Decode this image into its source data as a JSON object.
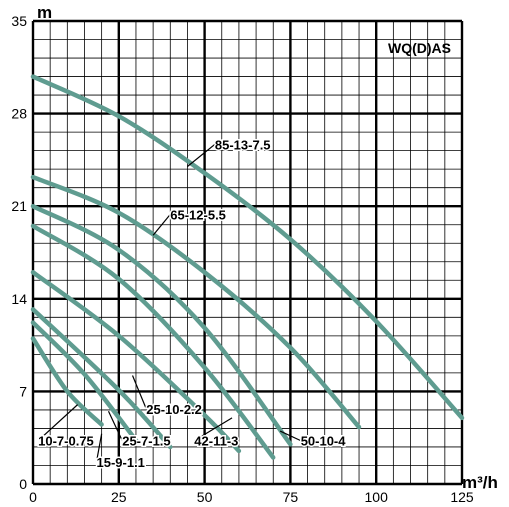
{
  "chart_data": {
    "type": "line",
    "title": "WQ(D)AS",
    "xlabel": "",
    "ylabel": "",
    "x_unit": "m³/h",
    "y_unit": "m",
    "xlim": [
      0,
      125
    ],
    "ylim": [
      0,
      35
    ],
    "x_ticks": [
      0,
      25,
      50,
      75,
      100,
      125
    ],
    "y_ticks": [
      0,
      7,
      14,
      21,
      28,
      35
    ],
    "grid": true,
    "curve_color": "#5f9c90",
    "series": [
      {
        "name": "85-13-7.5",
        "x": [
          0,
          25,
          50,
          75,
          100,
          125
        ],
        "y": [
          30.8,
          27.8,
          23.5,
          18.5,
          12.3,
          5.0
        ]
      },
      {
        "name": "65-12-5.5",
        "x": [
          0,
          25,
          50,
          75,
          95
        ],
        "y": [
          23.2,
          20.5,
          16.0,
          10.3,
          4.3
        ]
      },
      {
        "name": "50-10-4",
        "x": [
          0,
          25,
          50,
          75
        ],
        "y": [
          21.0,
          17.7,
          11.8,
          3.0
        ]
      },
      {
        "name": "42-11-3",
        "x": [
          0,
          25,
          50,
          70
        ],
        "y": [
          19.5,
          15.5,
          8.8,
          2.0
        ]
      },
      {
        "name": "25-10-2.2",
        "x": [
          0,
          25,
          50,
          60
        ],
        "y": [
          16.0,
          11.2,
          5.2,
          2.5
        ]
      },
      {
        "name": "25-7-1.5",
        "x": [
          0,
          25,
          40
        ],
        "y": [
          13.2,
          7.1,
          2.8
        ]
      },
      {
        "name": "15-9-1.1",
        "x": [
          0,
          15,
          30
        ],
        "y": [
          12.2,
          8.3,
          3.3
        ]
      },
      {
        "name": "10-7-0.75",
        "x": [
          0,
          10,
          20
        ],
        "y": [
          11.0,
          7.0,
          4.5
        ]
      }
    ]
  }
}
